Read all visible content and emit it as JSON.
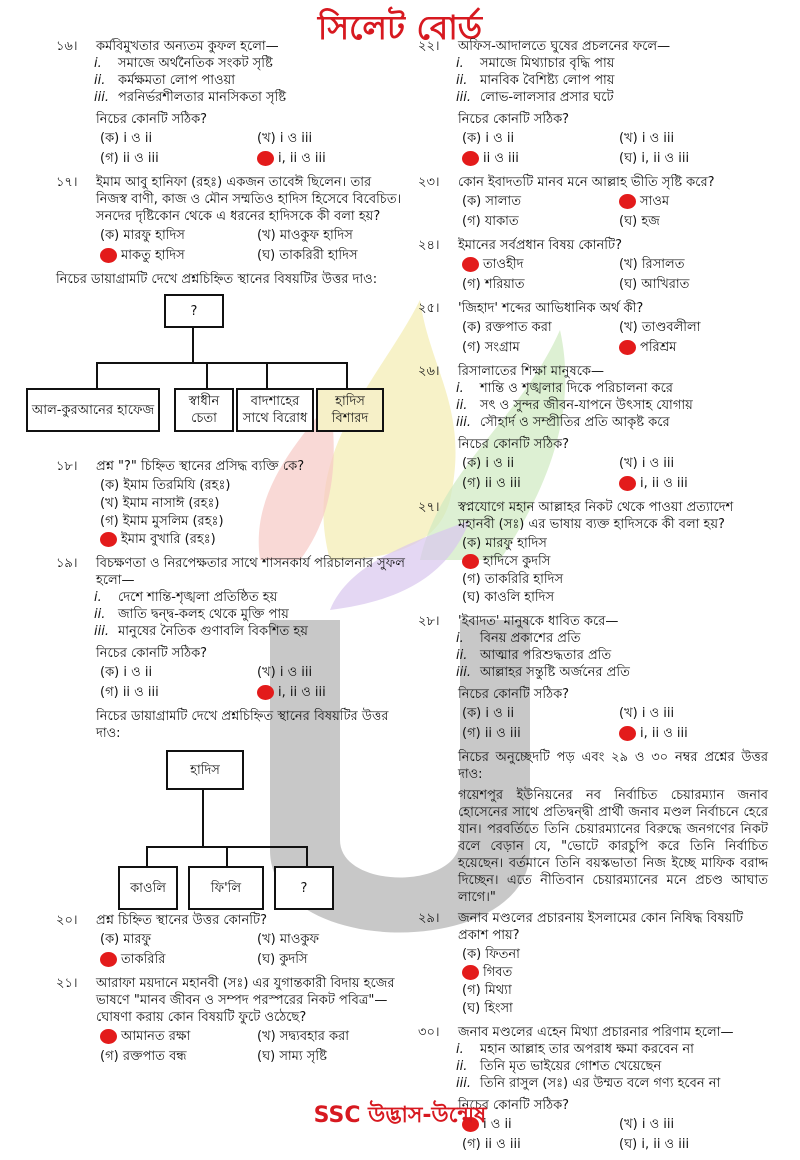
{
  "header": {
    "title": "সিলেট বোর্ড"
  },
  "footer": {
    "text": "SSC উদ্ভাস-উন্মেষ"
  },
  "common": {
    "which_correct": "নিচের কোনটি সঠিক?"
  },
  "left_questions": [
    {
      "num": "১৬।",
      "text": "কর্মবিমুখতার অন্যতম কুফল হলো—",
      "statements": [
        {
          "rn": "i.",
          "text": "সমাজে অর্থনৈতিক সংকট সৃষ্টি"
        },
        {
          "rn": "ii.",
          "text": "কর্মক্ষমতা লোপ পাওয়া"
        },
        {
          "rn": "iii.",
          "text": "পরনির্ভরশীলতার মানসিকতা সৃষ্টি"
        }
      ],
      "options": [
        {
          "label": "(ক)",
          "text": "i ও ii",
          "marked": false
        },
        {
          "label": "(খ)",
          "text": "i ও iii",
          "marked": false
        },
        {
          "label": "(গ)",
          "text": "ii ও iii",
          "marked": false
        },
        {
          "label": "",
          "text": "i, ii ও iii",
          "marked": true
        }
      ]
    },
    {
      "num": "১৭।",
      "text": "ইমাম আবু হানিফা (রহঃ) একজন তাবেঈ ছিলেন। তার নিজস্ব বাণী, কাজ ও মৌন সম্মতিও হাদিস হিসেবে বিবেচিত। সনদের দৃষ্টিকোন থেকে এ ধরনের হাদিসকে কী বলা হয়?",
      "options": [
        {
          "label": "(ক)",
          "text": "মারফু হাদিস",
          "marked": false
        },
        {
          "label": "(খ)",
          "text": "মাওকুফ হাদিস",
          "marked": false
        },
        {
          "label": "",
          "text": "মাকতু হাদিস",
          "marked": true
        },
        {
          "label": "(ঘ)",
          "text": "তাকরিরী হাদিস",
          "marked": false
        }
      ]
    }
  ],
  "diagram1": {
    "intro": "নিচের ডায়াগ্রামটি দেখে প্রশ্নচিহ্নিত স্থানের বিষয়টির উত্তর দাও:",
    "top": "?",
    "boxes": [
      "আল-কুরআনের হাফেজ",
      "স্বাধীন চেতা",
      "বাদশাহের সাথে বিরোধ",
      "হাদিস বিশারদ"
    ]
  },
  "left_questions2": [
    {
      "num": "১৮।",
      "text": "প্রশ্ন \"?\" চিহ্নিত স্থানের প্রসিদ্ধ ব্যক্তি কে?",
      "options_single": [
        {
          "label": "(ক)",
          "text": "ইমাম তিরমিযি (রহঃ)",
          "marked": false
        },
        {
          "label": "(খ)",
          "text": "ইমাম নাসাঈ (রহঃ)",
          "marked": false
        },
        {
          "label": "(গ)",
          "text": "ইমাম মুসলিম (রহঃ)",
          "marked": false
        },
        {
          "label": "",
          "text": "ইমাম বুখারি (রহঃ)",
          "marked": true
        }
      ]
    },
    {
      "num": "১৯।",
      "text": "বিচক্ষণতা ও নিরপেক্ষতার সাথে শাসনকার্য পরিচালনার সুফল হলো—",
      "statements": [
        {
          "rn": "i.",
          "text": "দেশে শান্তি-শৃঙ্খলা প্রতিষ্ঠিত হয়"
        },
        {
          "rn": "ii.",
          "text": "জাতি দ্বন্দ্ব-কলহ থেকে মুক্তি পায়"
        },
        {
          "rn": "iii.",
          "text": "মানুষের নৈতিক গুণাবলি বিকশিত হয়"
        }
      ],
      "options": [
        {
          "label": "(ক)",
          "text": "i ও ii",
          "marked": false
        },
        {
          "label": "(খ)",
          "text": "i ও iii",
          "marked": false
        },
        {
          "label": "(গ)",
          "text": "ii ও iii",
          "marked": false
        },
        {
          "label": "",
          "text": "i, ii ও iii",
          "marked": true
        }
      ]
    }
  ],
  "diagram2": {
    "intro": "নিচের ডায়াগ্রামটি দেখে প্রশ্নচিহ্নিত স্থানের বিষয়টির উত্তর দাও:",
    "top": "হাদিস",
    "boxes": [
      "কাওলি",
      "ফি'লি",
      "?"
    ]
  },
  "left_questions3": [
    {
      "num": "২০।",
      "text": "প্রশ্ন চিহ্নিত স্থানের উত্তর কোনটি?",
      "options": [
        {
          "label": "(ক)",
          "text": "মারফু",
          "marked": false
        },
        {
          "label": "(খ)",
          "text": "মাওকুফ",
          "marked": false
        },
        {
          "label": "",
          "text": "তাকরিরি",
          "marked": true
        },
        {
          "label": "(ঘ)",
          "text": "কুদসি",
          "marked": false
        }
      ]
    },
    {
      "num": "২১।",
      "text": "আরাফা ময়দানে মহানবী (সঃ) এর যুগান্তকারী বিদায় হজের ভাষণে \"মানব জীবন ও সম্পদ পরস্পরের নিকট পবিত্র\"—ঘোষণা করায় কোন বিষয়টি ফুটে ওঠেছে?",
      "options": [
        {
          "label": "",
          "text": "আমানত রক্ষা",
          "marked": true
        },
        {
          "label": "(খ)",
          "text": "সদ্ব্যবহার করা",
          "marked": false
        },
        {
          "label": "(গ)",
          "text": "রক্তপাত বন্ধ",
          "marked": false
        },
        {
          "label": "(ঘ)",
          "text": "সাম্য সৃষ্টি",
          "marked": false
        }
      ]
    }
  ],
  "right_questions": [
    {
      "num": "২২।",
      "text": "অফিস-আদালতে ঘুষের প্রচলনের ফলে—",
      "statements": [
        {
          "rn": "i.",
          "text": "সমাজে মিথ্যাচার বৃদ্ধি পায়"
        },
        {
          "rn": "ii.",
          "text": "মানবিক বৈশিষ্ট্য লোপ পায়"
        },
        {
          "rn": "iii.",
          "text": "লোভ-লালসার প্রসার ঘটে"
        }
      ],
      "options": [
        {
          "label": "(ক)",
          "text": "i ও ii",
          "marked": false
        },
        {
          "label": "(খ)",
          "text": "i ও iii",
          "marked": false
        },
        {
          "label": "",
          "text": "ii ও iii",
          "marked": true
        },
        {
          "label": "(ঘ)",
          "text": "i, ii ও iii",
          "marked": false
        }
      ]
    },
    {
      "num": "২৩।",
      "text": "কোন ইবাদতটি মানব মনে আল্লাহ ভীতি সৃষ্টি করে?",
      "options": [
        {
          "label": "(ক)",
          "text": "সালাত",
          "marked": false
        },
        {
          "label": "",
          "text": "সাওম",
          "marked": true
        },
        {
          "label": "(গ)",
          "text": "যাকাত",
          "marked": false
        },
        {
          "label": "(ঘ)",
          "text": "হজ",
          "marked": false
        }
      ]
    },
    {
      "num": "২৪।",
      "text": "ইমানের সর্বপ্রধান বিষয় কোনটি?",
      "options": [
        {
          "label": "",
          "text": "তাওহীদ",
          "marked": true
        },
        {
          "label": "(খ)",
          "text": "রিসালত",
          "marked": false
        },
        {
          "label": "(গ)",
          "text": "শরিয়াত",
          "marked": false
        },
        {
          "label": "(ঘ)",
          "text": "আখিরাত",
          "marked": false
        }
      ]
    },
    {
      "num": "২৫।",
      "text": "'জিহাদ' শব্দের আভিধানিক অর্থ কী?",
      "options": [
        {
          "label": "(ক)",
          "text": "রক্তপাত করা",
          "marked": false
        },
        {
          "label": "(খ)",
          "text": "তাণ্ডবলীলা",
          "marked": false
        },
        {
          "label": "(গ)",
          "text": "সংগ্রাম",
          "marked": false
        },
        {
          "label": "",
          "text": "পরিশ্রম",
          "marked": true
        }
      ]
    },
    {
      "num": "২৬।",
      "text": "রিসালাতের শিক্ষা মানুষকে—",
      "statements": [
        {
          "rn": "i.",
          "text": "শান্তি ও শৃঙ্খলার দিকে পরিচালনা করে"
        },
        {
          "rn": "ii.",
          "text": "সৎ ও সুন্দর জীবন-যাপনে উৎসাহ যোগায়"
        },
        {
          "rn": "iii.",
          "text": "সৌহার্দ ও সম্প্রীতির প্রতি আকৃষ্ট করে"
        }
      ],
      "options": [
        {
          "label": "(ক)",
          "text": "i ও ii",
          "marked": false
        },
        {
          "label": "(খ)",
          "text": "i ও iii",
          "marked": false
        },
        {
          "label": "(গ)",
          "text": "ii ও iii",
          "marked": false
        },
        {
          "label": "",
          "text": "i, ii ও iii",
          "marked": true
        }
      ]
    },
    {
      "num": "২৭।",
      "text": "স্বপ্নযোগে মহান আল্লাহর নিকট থেকে পাওয়া প্রত্যাদেশ মহানবী (সঃ) এর ভাষায় ব্যক্ত হাদিসকে কী বলা হয়?",
      "options_single": [
        {
          "label": "(ক)",
          "text": "মারফু হাদিস",
          "marked": false
        },
        {
          "label": "",
          "text": "হাদিসে কুদসি",
          "marked": true
        },
        {
          "label": "(গ)",
          "text": "তাকরিরি হাদিস",
          "marked": false
        },
        {
          "label": "(ঘ)",
          "text": "কাওলি হাদিস",
          "marked": false
        }
      ]
    },
    {
      "num": "২৮।",
      "text": "'ইবাদত' মানুষকে ধাবিত করে—",
      "statements": [
        {
          "rn": "i.",
          "text": "বিনয় প্রকাশের প্রতি"
        },
        {
          "rn": "ii.",
          "text": "আত্মার পরিশুদ্ধতার প্রতি"
        },
        {
          "rn": "iii.",
          "text": "আল্লাহর সন্তুষ্টি অর্জনের প্রতি"
        }
      ],
      "options": [
        {
          "label": "(ক)",
          "text": "i ও ii",
          "marked": false
        },
        {
          "label": "(খ)",
          "text": "i ও iii",
          "marked": false
        },
        {
          "label": "(গ)",
          "text": "ii ও iii",
          "marked": false
        },
        {
          "label": "",
          "text": "i, ii ও iii",
          "marked": true
        }
      ]
    }
  ],
  "passage": {
    "intro": "নিচের অনুচ্ছেদটি পড় এবং ২৯ ও ৩০ নম্বর প্রশ্নের উত্তর দাও:",
    "text": "গয়েশপুর ইউনিয়নের নব নির্বাচিত চেয়ারম্যান জনাব হোসেনের সাথে প্রতিদ্বন্দ্বী প্রার্থী জনাব মণ্ডল নির্বাচনে হেরে যান। পরবর্তিতে তিনি চেয়ারম্যানের বিরুদ্ধে জনগণের নিকট বলে বেড়ান যে, \"ভোটে কারচুপি করে তিনি নির্বাচিত হয়েছেন। বর্তমানে তিনি বয়স্কভাতা নিজ ইচ্ছে মাফিক বরাদ্দ দিচ্ছেন। এতে নীতিবান চেয়ারম্যানের মনে প্রচণ্ড আঘাত লাগে।\""
  },
  "right_questions2": [
    {
      "num": "২৯।",
      "text": "জনাব মণ্ডলের প্রচারনায় ইসলামের কোন নিষিদ্ধ বিষয়টি প্রকাশ পায়?",
      "options_single": [
        {
          "label": "(ক)",
          "text": "ফিতনা",
          "marked": false
        },
        {
          "label": "",
          "text": "গিবত",
          "marked": true
        },
        {
          "label": "(গ)",
          "text": "মিথ্যা",
          "marked": false
        },
        {
          "label": "(ঘ)",
          "text": "হিংসা",
          "marked": false
        }
      ]
    },
    {
      "num": "৩০।",
      "text": "জনাব মণ্ডলের এহেন মিথ্যা প্রচারনার পরিণাম হলো—",
      "statements": [
        {
          "rn": "i.",
          "text": "মহান আল্লাহ তার অপরাধ ক্ষমা করবেন না"
        },
        {
          "rn": "ii.",
          "text": "তিনি মৃত ভাইয়ের গোশত খেয়েছেন"
        },
        {
          "rn": "iii.",
          "text": "তিনি রাসুল (সঃ) এর উম্মত বলে গণ্য হবেন না"
        }
      ],
      "options": [
        {
          "label": "",
          "text": "i ও ii",
          "marked": true
        },
        {
          "label": "(খ)",
          "text": "i ও iii",
          "marked": false
        },
        {
          "label": "(গ)",
          "text": "ii ও iii",
          "marked": false
        },
        {
          "label": "(ঘ)",
          "text": "i, ii ও iii",
          "marked": false
        }
      ]
    }
  ]
}
